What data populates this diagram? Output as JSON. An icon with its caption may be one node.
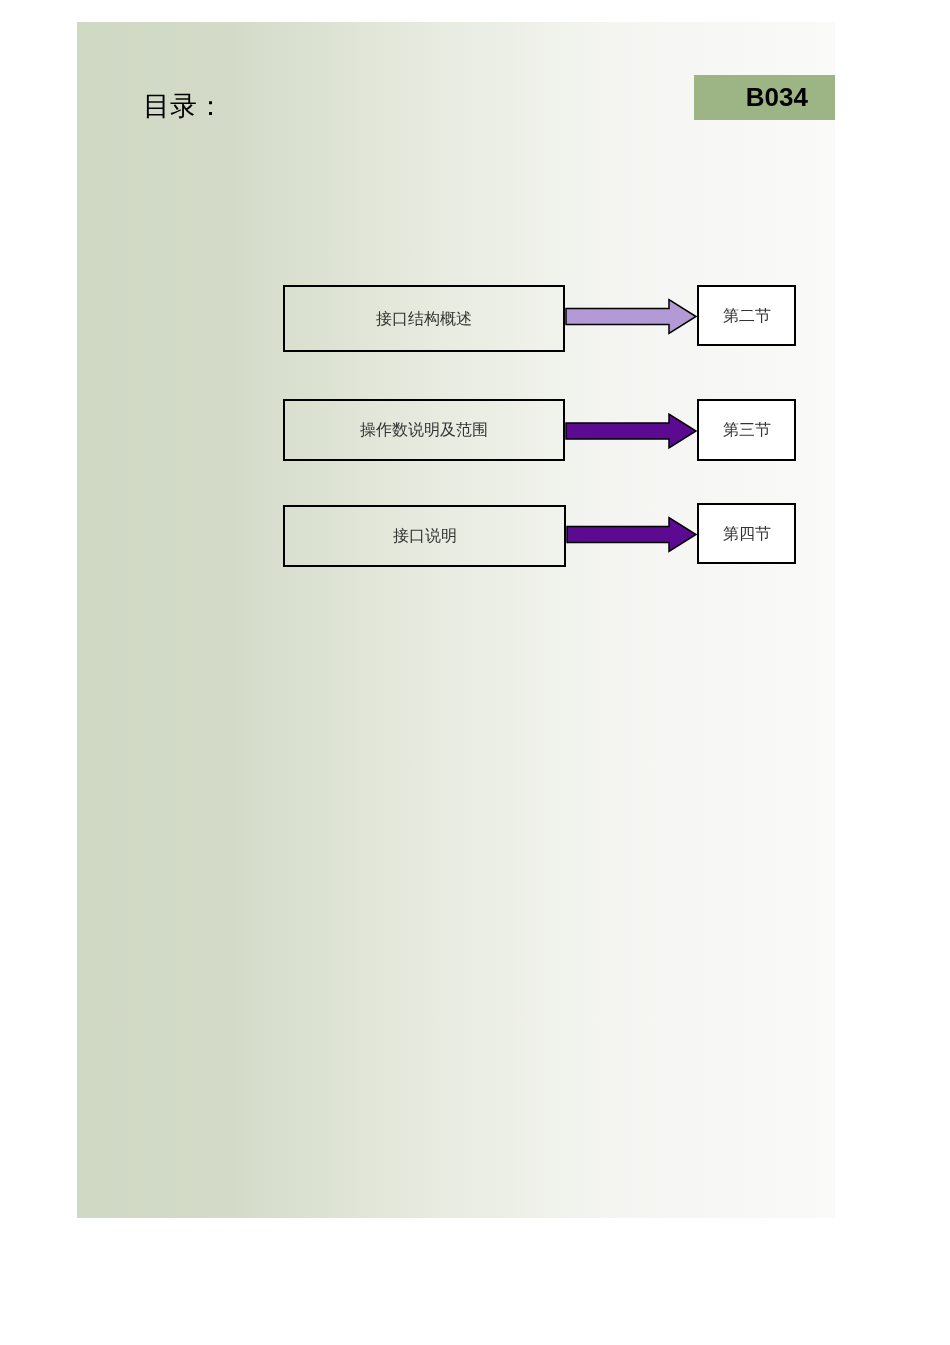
{
  "diagram": {
    "title": "目录：",
    "nodes": [
      {
        "text": [
          "B034"
        ]
      },
      {
        "text": [
          "接口结构概述"
        ]
      },
      {
        "text": [
          "第二节"
        ]
      },
      {
        "text": [
          "操作数说明及范围"
        ]
      },
      {
        "text": [
          "第三节"
        ]
      },
      {
        "text": [
          "接口说明"
        ]
      },
      {
        "text": [
          "第四节"
        ]
      }
    ],
    "edges": [
      {
        "from": 1,
        "to": 2,
        "arrow": "to",
        "style": "thick",
        "color": "#b39ad6"
      },
      {
        "from": 3,
        "to": 4,
        "arrow": "to",
        "style": "thick"
      },
      {
        "from": 5,
        "to": 6,
        "arrow": "to",
        "style": "thick"
      }
    ]
  }
}
